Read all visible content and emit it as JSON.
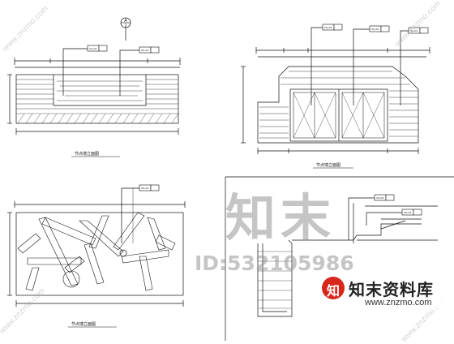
{
  "drawing": {
    "captions": {
      "top_left": "节点墙立面图",
      "top_right": "节点墙立面图",
      "bottom_left": "节点墙立面图"
    },
    "section_marker": {
      "letter": "A",
      "number": "3"
    },
    "tags": {
      "tl_1": "VG-04",
      "tl_2": "VG-04",
      "tr_1": "VG-04",
      "tr_2": "VG-04",
      "tr_3": "VG-04",
      "bl_1": "VG-04",
      "br_1": "VG-04",
      "br_2": "VG-04"
    }
  },
  "watermark": {
    "big_text": "知末",
    "id_text": "ID:532105986",
    "brand_cn": "知末资料库",
    "brand_url": "www.znzmo.com",
    "brand_logo": "知",
    "diag_text": "www.znzmo.com"
  },
  "colors": {
    "line": "#111111",
    "watermark": "#9a9a9a",
    "brand_red": "#d9261c"
  }
}
